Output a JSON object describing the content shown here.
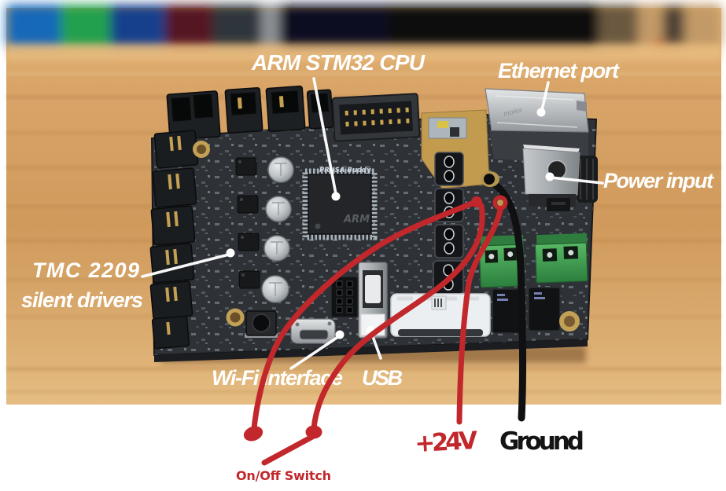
{
  "image": {
    "type": "annotated-photo",
    "subject": "3D printer mainboard on a wooden table with labeled components and hand-drawn power wiring"
  },
  "annotations": {
    "cpu_label": "ARM STM32 CPU",
    "ethernet_label": "Ethernet port",
    "power_label": "Power input",
    "drivers_label_line1": "TMC 2209",
    "drivers_label_line2": "silent drivers",
    "wifi_label": "Wi-Fi interface",
    "usb_label": "USB",
    "v24_label": "+24V",
    "ground_label": "Ground",
    "switch_label": "On/Off Switch"
  },
  "board": {
    "silkscreen": "PRUSA Buddy",
    "cpu_marking": "ARM"
  },
  "icons": {
    "prusa_gear": "⚙"
  },
  "colors": {
    "annotation_white": "#ffffff",
    "wire_red": "#c2272b",
    "wire_black": "#101012",
    "pcb": "#2e3237",
    "wood": "#d7a163",
    "terminal_green": "#3f9d52"
  }
}
